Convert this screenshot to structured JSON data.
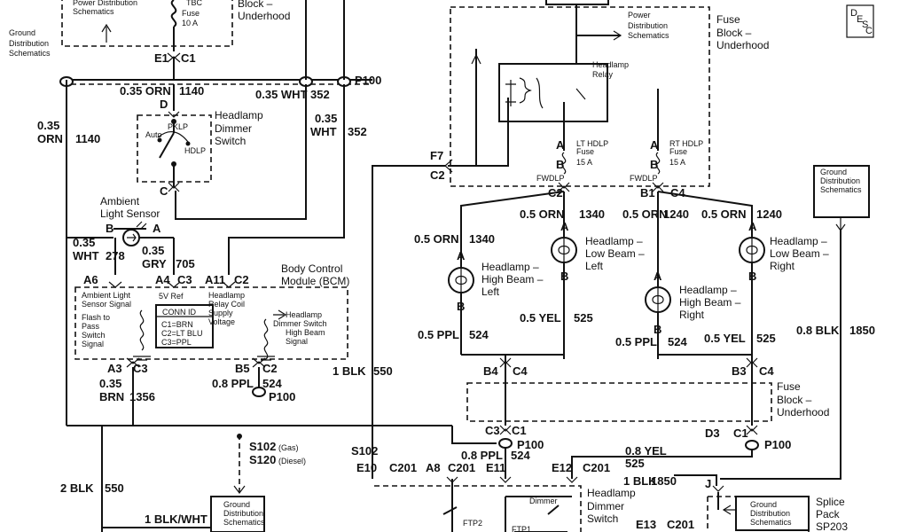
{
  "labels": [
    {
      "text": "Power Distribution",
      "cls": "small"
    },
    {
      "text": "Schematics",
      "cls": "small"
    },
    {
      "text": "TBC",
      "cls": "small"
    },
    {
      "text": "Fuse",
      "cls": "small"
    },
    {
      "text": "10 A",
      "cls": "small"
    },
    {
      "text": "Block –",
      "cls": "big"
    },
    {
      "text": "Underhood",
      "cls": "big"
    },
    {
      "text": "E1",
      "cls": "lbl"
    },
    {
      "text": "C1",
      "cls": "lbl"
    },
    {
      "text": "0.35 ORN",
      "cls": "lbl"
    },
    {
      "text": "1140",
      "cls": "lbl"
    },
    {
      "text": "0.35 WHT",
      "cls": "lbl"
    },
    {
      "text": "352",
      "cls": "lbl"
    },
    {
      "text": "P100",
      "cls": "lbl"
    },
    {
      "text": "D",
      "cls": "lbl"
    },
    {
      "text": "0.35",
      "cls": "lbl"
    },
    {
      "text": "WHT",
      "cls": "lbl"
    },
    {
      "text": "352",
      "cls": "lbl"
    },
    {
      "text": "0.35",
      "cls": "lbl"
    },
    {
      "text": "ORN",
      "cls": "lbl"
    },
    {
      "text": "1140",
      "cls": "lbl"
    },
    {
      "text": "Headlamp",
      "cls": "big"
    },
    {
      "text": "Dimmer",
      "cls": "big"
    },
    {
      "text": "Switch",
      "cls": "big"
    },
    {
      "text": "PKLP",
      "cls": "small"
    },
    {
      "text": "Auto",
      "cls": "small"
    },
    {
      "text": "HDLP",
      "cls": "small"
    },
    {
      "text": "C",
      "cls": "lbl"
    },
    {
      "text": "Ambient",
      "cls": "big"
    },
    {
      "text": "Light Sensor",
      "cls": "big"
    },
    {
      "text": "B",
      "cls": "lbl"
    },
    {
      "text": "A",
      "cls": "lbl"
    },
    {
      "text": "0.35",
      "cls": "lbl"
    },
    {
      "text": "WHT",
      "cls": "lbl"
    },
    {
      "text": "278",
      "cls": "lbl"
    },
    {
      "text": "0.35",
      "cls": "lbl"
    },
    {
      "text": "GRY",
      "cls": "lbl"
    },
    {
      "text": "705",
      "cls": "lbl"
    },
    {
      "text": "A6",
      "cls": "lbl"
    },
    {
      "text": "A4",
      "cls": "lbl"
    },
    {
      "text": "C3",
      "cls": "lbl"
    },
    {
      "text": "A11",
      "cls": "lbl"
    },
    {
      "text": "C2",
      "cls": "lbl"
    },
    {
      "text": "Body Control",
      "cls": "big"
    },
    {
      "text": "Module (BCM)",
      "cls": "big"
    },
    {
      "text": "Ambient Light",
      "cls": "small"
    },
    {
      "text": "Sensor Signal",
      "cls": "small"
    },
    {
      "text": "5V Ref",
      "cls": "small"
    },
    {
      "text": "Headlamp",
      "cls": "small"
    },
    {
      "text": "Relay Coil",
      "cls": "small"
    },
    {
      "text": "Supply",
      "cls": "small"
    },
    {
      "text": "Voltage",
      "cls": "small"
    },
    {
      "text": "Flash to",
      "cls": "small"
    },
    {
      "text": "Pass",
      "cls": "small"
    },
    {
      "text": "Switch",
      "cls": "small"
    },
    {
      "text": "Signal",
      "cls": "small"
    },
    {
      "text": "CONN ID",
      "cls": "small"
    },
    {
      "text": "C1=BRN",
      "cls": "small"
    },
    {
      "text": "C2=LT BLU",
      "cls": "small"
    },
    {
      "text": "C3=PPL",
      "cls": "small"
    },
    {
      "text": "Headlamp",
      "cls": "small"
    },
    {
      "text": "Dimmer Switch",
      "cls": "small"
    },
    {
      "text": "High Beam",
      "cls": "small"
    },
    {
      "text": "Signal",
      "cls": "small"
    },
    {
      "text": "A3",
      "cls": "lbl"
    },
    {
      "text": "C3",
      "cls": "lbl"
    },
    {
      "text": "B5",
      "cls": "lbl"
    },
    {
      "text": "C2",
      "cls": "lbl"
    },
    {
      "text": "0.35",
      "cls": "lbl"
    },
    {
      "text": "BRN",
      "cls": "lbl"
    },
    {
      "text": "1356",
      "cls": "lbl"
    },
    {
      "text": "0.8 PPL",
      "cls": "lbl"
    },
    {
      "text": "524",
      "cls": "lbl"
    },
    {
      "text": "P100",
      "cls": "lbl"
    },
    {
      "text": "1 BLK",
      "cls": "lbl"
    },
    {
      "text": "550",
      "cls": "lbl"
    },
    {
      "text": "S102",
      "cls": "lbl"
    },
    {
      "text": "(Gas)",
      "cls": "small"
    },
    {
      "text": "S120",
      "cls": "lbl"
    },
    {
      "text": "(Diesel)",
      "cls": "small"
    },
    {
      "text": "S102",
      "cls": "lbl"
    },
    {
      "text": "2 BLK",
      "cls": "lbl"
    },
    {
      "text": "550",
      "cls": "lbl"
    },
    {
      "text": "Ground",
      "cls": "small"
    },
    {
      "text": "Distribution",
      "cls": "small"
    },
    {
      "text": "Schematics",
      "cls": "small"
    },
    {
      "text": "1 BLK/WHT",
      "cls": "lbl"
    },
    {
      "text": "Ground",
      "cls": "small"
    },
    {
      "text": "Distribution",
      "cls": "small"
    },
    {
      "text": "Schematics",
      "cls": "small"
    },
    {
      "text": "Power",
      "cls": "small"
    },
    {
      "text": "Distribution",
      "cls": "small"
    },
    {
      "text": "Schematics",
      "cls": "small"
    },
    {
      "text": "Fuse",
      "cls": "big"
    },
    {
      "text": "Block –",
      "cls": "big"
    },
    {
      "text": "Underhood",
      "cls": "big"
    },
    {
      "text": "Headlamp",
      "cls": "small"
    },
    {
      "text": "Relay",
      "cls": "small"
    },
    {
      "text": "F7",
      "cls": "lbl"
    },
    {
      "text": "C2",
      "cls": "lbl"
    },
    {
      "text": "A",
      "cls": "lbl"
    },
    {
      "text": "B",
      "cls": "lbl"
    },
    {
      "text": "LT HDLP",
      "cls": "small"
    },
    {
      "text": "Fuse",
      "cls": "small"
    },
    {
      "text": "15 A",
      "cls": "small"
    },
    {
      "text": "FWDLP",
      "cls": "small"
    },
    {
      "text": "A",
      "cls": "lbl"
    },
    {
      "text": "B",
      "cls": "lbl"
    },
    {
      "text": "RT HDLP",
      "cls": "small"
    },
    {
      "text": "Fuse",
      "cls": "small"
    },
    {
      "text": "15 A",
      "cls": "small"
    },
    {
      "text": "FWDLP",
      "cls": "small"
    },
    {
      "text": "C2",
      "cls": "lbl"
    },
    {
      "text": "B1",
      "cls": "lbl"
    },
    {
      "text": "C4",
      "cls": "lbl"
    },
    {
      "text": "0.5 ORN",
      "cls": "lbl"
    },
    {
      "text": "1340",
      "cls": "lbl"
    },
    {
      "text": "0.5 ORN",
      "cls": "lbl"
    },
    {
      "text": "1240",
      "cls": "lbl"
    },
    {
      "text": "0.5 ORN",
      "cls": "lbl"
    },
    {
      "text": "1240",
      "cls": "lbl"
    },
    {
      "text": "0.5 ORN",
      "cls": "lbl"
    },
    {
      "text": "1340",
      "cls": "lbl"
    },
    {
      "text": "A",
      "cls": "lbl"
    },
    {
      "text": "Headlamp –",
      "cls": "big"
    },
    {
      "text": "Low Beam –",
      "cls": "big"
    },
    {
      "text": "Left",
      "cls": "big"
    },
    {
      "text": "B",
      "cls": "lbl"
    },
    {
      "text": "A",
      "cls": "lbl"
    },
    {
      "text": "Headlamp –",
      "cls": "big"
    },
    {
      "text": "Low Beam –",
      "cls": "big"
    },
    {
      "text": "Right",
      "cls": "big"
    },
    {
      "text": "B",
      "cls": "lbl"
    },
    {
      "text": "A",
      "cls": "lbl"
    },
    {
      "text": "Headlamp –",
      "cls": "big"
    },
    {
      "text": "High Beam –",
      "cls": "big"
    },
    {
      "text": "Left",
      "cls": "big"
    },
    {
      "text": "B",
      "cls": "lbl"
    },
    {
      "text": "A",
      "cls": "lbl"
    },
    {
      "text": "Headlamp –",
      "cls": "big"
    },
    {
      "text": "High Beam –",
      "cls": "big"
    },
    {
      "text": "Right",
      "cls": "big"
    },
    {
      "text": "B",
      "cls": "lbl"
    },
    {
      "text": "Ground",
      "cls": "small"
    },
    {
      "text": "Distribution",
      "cls": "small"
    },
    {
      "text": "Schematics",
      "cls": "small"
    },
    {
      "text": "0.5 YEL",
      "cls": "lbl"
    },
    {
      "text": "525",
      "cls": "lbl"
    },
    {
      "text": "0.5 PPL",
      "cls": "lbl"
    },
    {
      "text": "524",
      "cls": "lbl"
    },
    {
      "text": "0.5 PPL",
      "cls": "lbl"
    },
    {
      "text": "524",
      "cls": "lbl"
    },
    {
      "text": "0.5 YEL",
      "cls": "lbl"
    },
    {
      "text": "525",
      "cls": "lbl"
    },
    {
      "text": "0.8 BLK",
      "cls": "lbl"
    },
    {
      "text": "1850",
      "cls": "lbl"
    },
    {
      "text": "B4",
      "cls": "lbl"
    },
    {
      "text": "C4",
      "cls": "lbl"
    },
    {
      "text": "B3",
      "cls": "lbl"
    },
    {
      "text": "C4",
      "cls": "lbl"
    },
    {
      "text": "Fuse",
      "cls": "big"
    },
    {
      "text": "Block –",
      "cls": "big"
    },
    {
      "text": "Underhood",
      "cls": "big"
    },
    {
      "text": "C3",
      "cls": "lbl"
    },
    {
      "text": "C1",
      "cls": "lbl"
    },
    {
      "text": "P100",
      "cls": "lbl"
    },
    {
      "text": "D3",
      "cls": "lbl"
    },
    {
      "text": "C1",
      "cls": "lbl"
    },
    {
      "text": "P100",
      "cls": "lbl"
    },
    {
      "text": "0.8 PPL",
      "cls": "lbl"
    },
    {
      "text": "524",
      "cls": "lbl"
    },
    {
      "text": "0.8 YEL",
      "cls": "lbl"
    },
    {
      "text": "525",
      "cls": "lbl"
    },
    {
      "text": "E10",
      "cls": "lbl"
    },
    {
      "text": "C201",
      "cls": "lbl"
    },
    {
      "text": "A8",
      "cls": "lbl"
    },
    {
      "text": "C201",
      "cls": "lbl"
    },
    {
      "text": "E11",
      "cls": "lbl"
    },
    {
      "text": "E12",
      "cls": "lbl"
    },
    {
      "text": "C201",
      "cls": "lbl"
    },
    {
      "text": "Headlamp",
      "cls": "big"
    },
    {
      "text": "Dimmer",
      "cls": "big"
    },
    {
      "text": "Switch",
      "cls": "big"
    },
    {
      "text": "Dimmer",
      "cls": "small"
    },
    {
      "text": "FTP2",
      "cls": "small"
    },
    {
      "text": "FTP1",
      "cls": "small"
    },
    {
      "text": "1 BLK",
      "cls": "lbl"
    },
    {
      "text": "1850",
      "cls": "lbl"
    },
    {
      "text": "J",
      "cls": "lbl"
    },
    {
      "text": "E13",
      "cls": "lbl"
    },
    {
      "text": "C201",
      "cls": "lbl"
    },
    {
      "text": "Splice",
      "cls": "big"
    },
    {
      "text": "Pack",
      "cls": "big"
    },
    {
      "text": "SP203",
      "cls": "big"
    },
    {
      "text": "Ground",
      "cls": "small"
    },
    {
      "text": "Distribution",
      "cls": "small"
    },
    {
      "text": "Schematics",
      "cls": "small"
    },
    {
      "text": "D",
      "cls": "mid"
    },
    {
      "text": "E",
      "cls": "mid"
    },
    {
      "text": "S",
      "cls": "mid"
    },
    {
      "text": "C",
      "cls": "mid"
    }
  ]
}
